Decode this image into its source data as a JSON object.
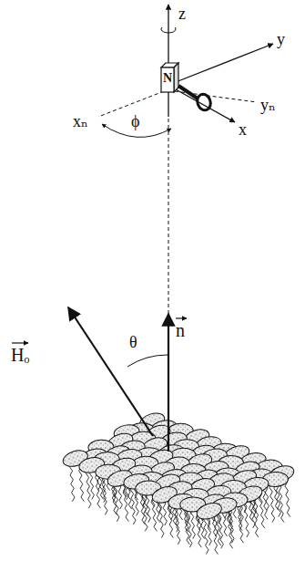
{
  "diagram": {
    "labels": [
      "z",
      "y",
      "N",
      "xₙ",
      "ϕ",
      "yₙ",
      "x",
      "Hₒ",
      "θ",
      "n"
    ]
  }
}
